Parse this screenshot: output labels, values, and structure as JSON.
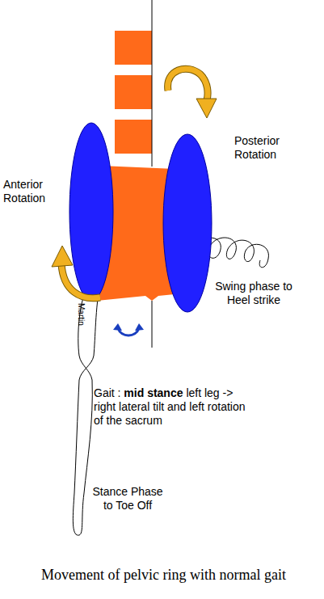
{
  "diagram": {
    "caption": "Movement of pelvic ring with normal gait",
    "labels": [
      "Anterior Rotation",
      "Posterior Rotation",
      "Swing phase to Heel strike",
      "Martin",
      "Gait :",
      "mid stance",
      "left leg -> right lateral tilt and left rotation of the sacrum",
      "Stance Phase to Toe Off"
    ]
  }
}
